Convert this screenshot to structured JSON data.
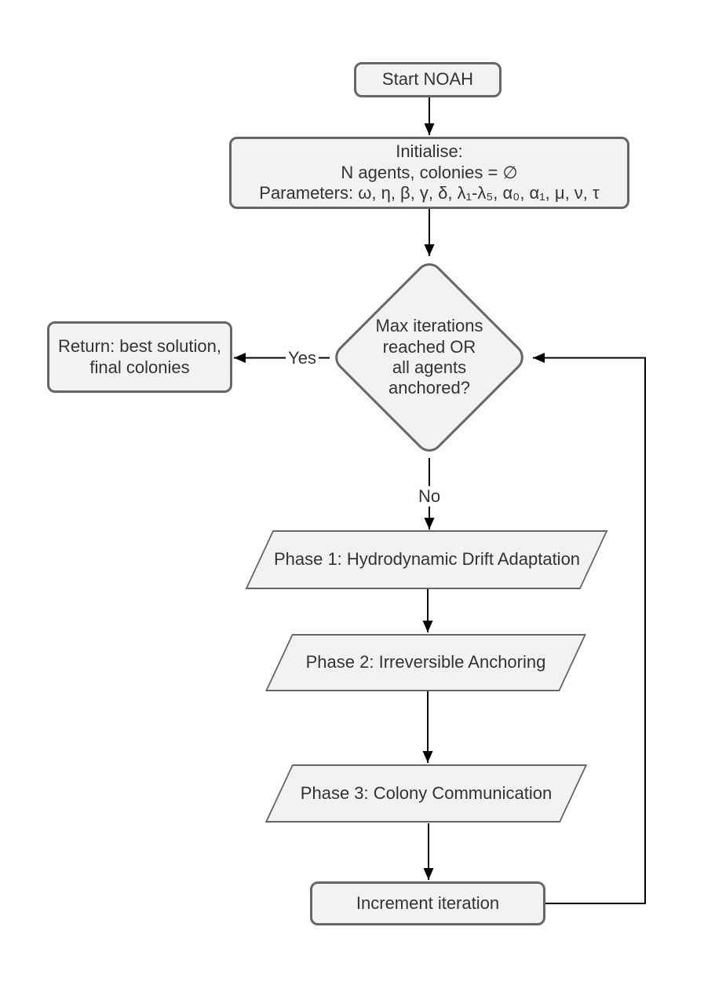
{
  "colors": {
    "node_fill": "#f2f2f2",
    "node_border": "#666666",
    "arrow": "#000000",
    "text": "#333333",
    "background": "#ffffff"
  },
  "nodes": {
    "start": {
      "label": "Start NOAH"
    },
    "init": {
      "label": "Initialise:\nN agents, colonies = ∅\nParameters: ω, η, β, γ, δ, λ₁-λ₅, α₀, α₁, μ, ν, τ"
    },
    "decision": {
      "label": "Max iterations\nreached OR\nall agents\nanchored?"
    },
    "return": {
      "label": "Return: best solution,\nfinal colonies"
    },
    "phase1": {
      "label": "Phase 1: Hydrodynamic Drift Adaptation"
    },
    "phase2": {
      "label": "Phase 2: Irreversible Anchoring"
    },
    "phase3": {
      "label": "Phase 3: Colony Communication"
    },
    "increment": {
      "label": "Increment iteration"
    }
  },
  "edge_labels": {
    "yes": "Yes",
    "no": "No"
  }
}
